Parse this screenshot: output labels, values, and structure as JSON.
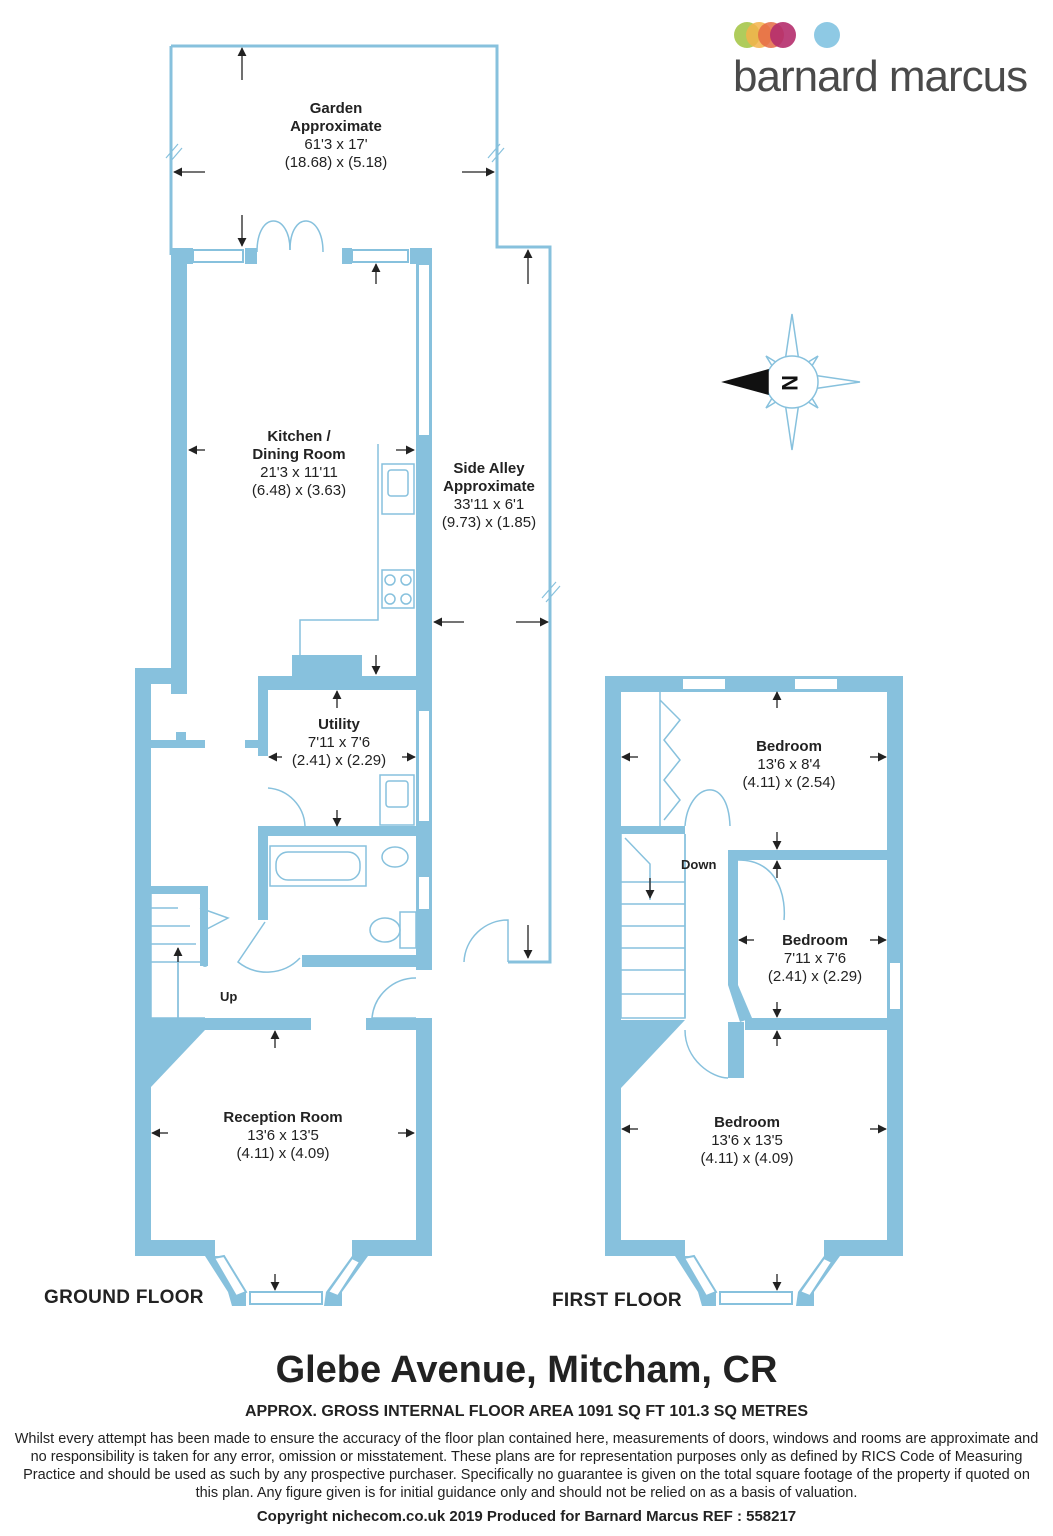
{
  "brand": {
    "name": "barnard marcus",
    "dot_colors": [
      "#a6c64a",
      "#f3b34a",
      "#e56b44",
      "#b52e6d",
      "#8ec9e4"
    ]
  },
  "colors": {
    "wall": "#87c1dd",
    "outline": "#87c1dd",
    "text": "#222222"
  },
  "rooms": {
    "garden": {
      "name_1": "Garden",
      "name_2": "Approximate",
      "imperial": "61'3 x 17'",
      "metric": "(18.68) x (5.18)"
    },
    "kitchen": {
      "name_1": "Kitchen /",
      "name_2": "Dining Room",
      "imperial": "21'3 x 11'11",
      "metric": "(6.48) x (3.63)"
    },
    "side_alley": {
      "name_1": "Side Alley",
      "name_2": "Approximate",
      "imperial": "33'11 x 6'1",
      "metric": "(9.73) x (1.85)"
    },
    "utility": {
      "name": "Utility",
      "imperial": "7'11 x 7'6",
      "metric": "(2.41) x (2.29)"
    },
    "reception": {
      "name": "Reception Room",
      "imperial": "13'6 x 13'5",
      "metric": "(4.11) x (4.09)"
    },
    "bedroom_rear": {
      "name": "Bedroom",
      "imperial": "13'6 x 8'4",
      "metric": "(4.11) x (2.54)"
    },
    "bedroom_small": {
      "name": "Bedroom",
      "imperial": "7'11 x 7'6",
      "metric": "(2.41) x (2.29)"
    },
    "bedroom_front": {
      "name": "Bedroom",
      "imperial": "13'6 x 13'5",
      "metric": "(4.11) x (4.09)"
    }
  },
  "stairs": {
    "up": "Up",
    "down": "Down"
  },
  "compass": {
    "letter": "N"
  },
  "floors": {
    "ground": "GROUND FLOOR",
    "first": "FIRST FLOOR"
  },
  "property": {
    "title": "Glebe Avenue, Mitcham, CR",
    "area": "APPROX. GROSS INTERNAL FLOOR AREA 1091 SQ FT 101.3 SQ METRES",
    "disclaimer": "Whilst every attempt has been made to ensure the accuracy of the floor plan contained here, measurements of doors, windows and rooms are approximate and no responsibility is taken for any error, omission or misstatement. These plans are for representation purposes only as defined by RICS Code of Measuring Practice and should be used as such by any prospective purchaser.  Specifically no guarantee is given on the total square footage of the property if quoted on this plan. Any figure given is for initial guidance only and should not be relied on as a basis of valuation.",
    "footer": "Copyright nichecom.co.uk 2019    Produced for Barnard Marcus    REF : 558217"
  }
}
